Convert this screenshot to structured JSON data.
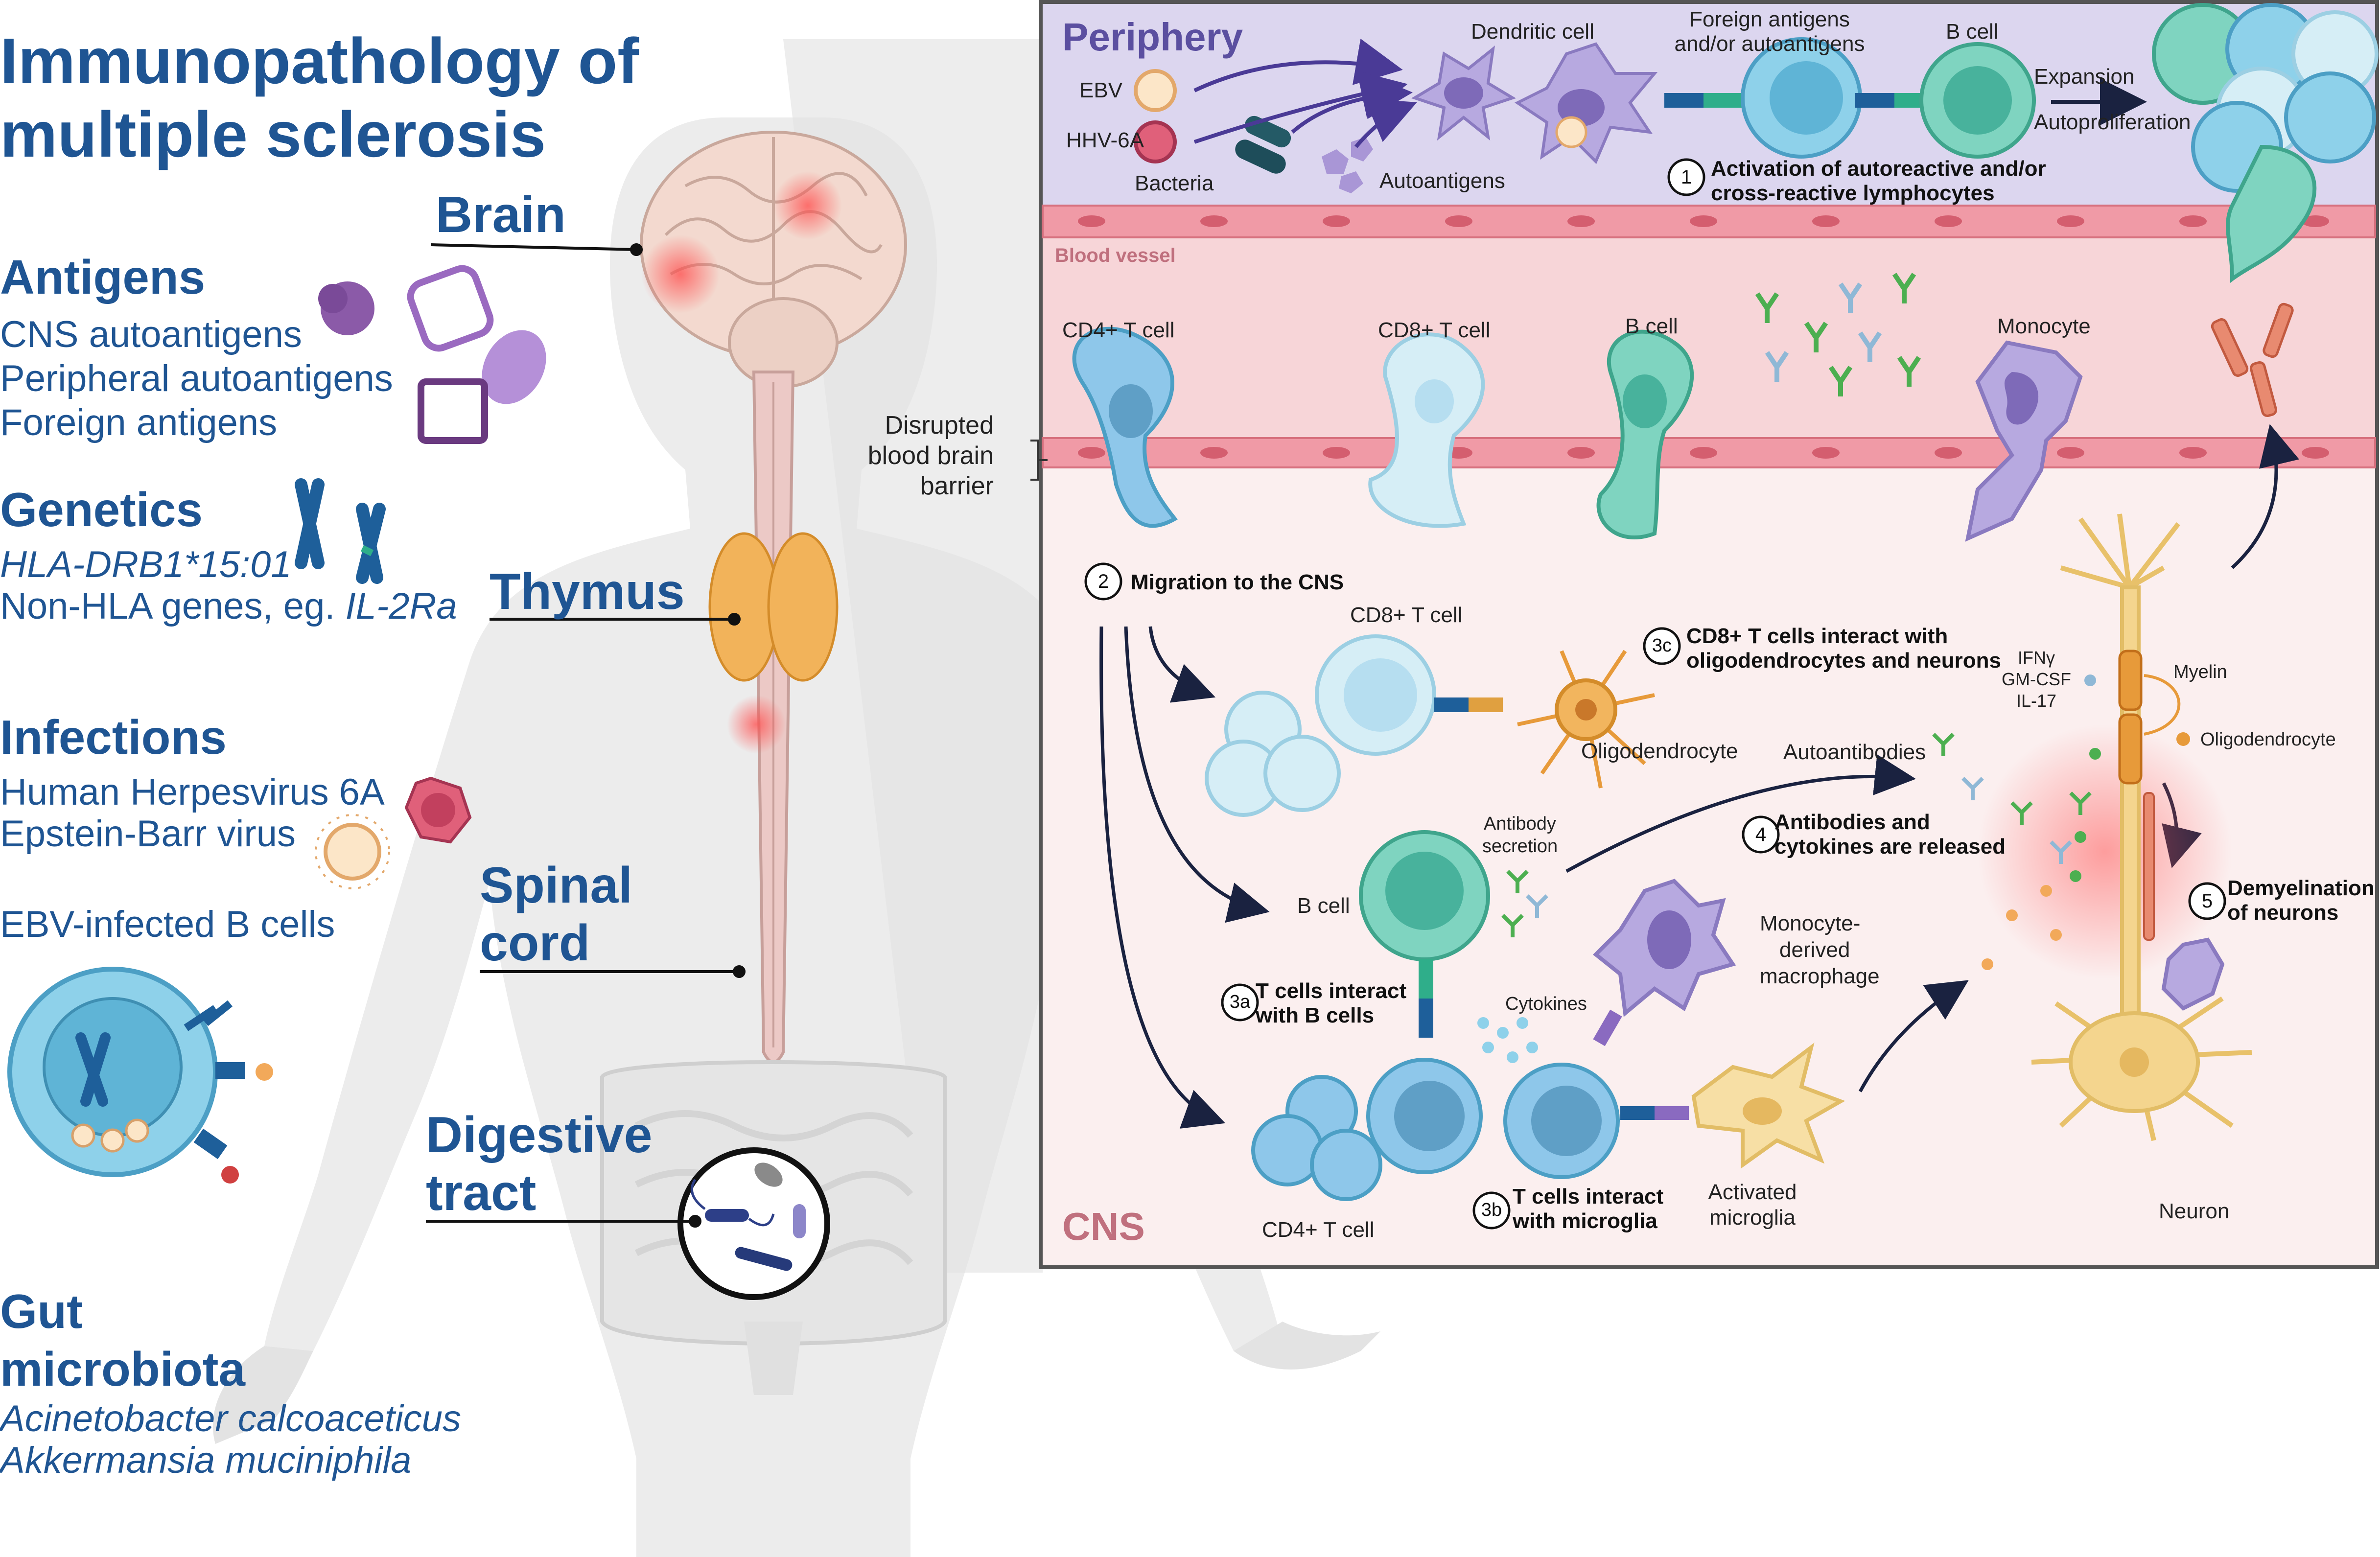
{
  "title": "Immunopathology of multiple sclerosis",
  "organs": {
    "brain": "Brain",
    "thymus": "Thymus",
    "spinal_cord": "Spinal cord",
    "digestive_tract": "Digestive tract"
  },
  "antigens": {
    "heading": "Antigens",
    "items": [
      "CNS autoantigens",
      "Peripheral autoantigens",
      "Foreign antigens"
    ]
  },
  "genetics": {
    "heading": "Genetics",
    "hla": "HLA-DRB1*15:01",
    "non_hla_prefix": "Non-HLA genes, eg. ",
    "non_hla_gene": "IL-2Ra"
  },
  "infections": {
    "heading": "Infections",
    "items": [
      "Human Herpesvirus 6A",
      "Epstein-Barr virus"
    ],
    "ebv_cells": "EBV-infected B cells"
  },
  "gut": {
    "heading": "Gut microbiota",
    "items": [
      "Acinetobacter calcoaceticus",
      "Akkermansia muciniphila"
    ]
  },
  "panel": {
    "periphery": "Periphery",
    "blood_vessel": "Blood vessel",
    "cns": "CNS",
    "disrupted_bbb": [
      "Disrupted",
      "blood brain",
      "barrier"
    ],
    "periphery_labels": {
      "dendritic_cell": "Dendritic cell",
      "foreign_antigens": [
        "Foreign antigens",
        "and/or autoantigens"
      ],
      "b_cell": "B cell",
      "expansion": "Expansion",
      "autoproliferation": "Autoproliferation",
      "ebv": "EBV",
      "hhv6a": "HHV-6A",
      "bacteria": "Bacteria",
      "autoantigens": "Autoantigens"
    },
    "vessel_labels": {
      "cd4": "CD4+ T cell",
      "cd8": "CD8+ T cell",
      "bcell": "B cell",
      "monocyte": "Monocyte"
    },
    "cns_labels": {
      "cd8": "CD8+ T cell",
      "oligodendrocyte": "Oligodendrocyte",
      "autoantibodies": "Autoantibodies",
      "antibody_secretion": [
        "Antibody",
        "secretion"
      ],
      "bcell": "B cell",
      "cytokines": "Cytokines",
      "macrophage": [
        "Monocyte-",
        "derived",
        "macrophage"
      ],
      "activated_microglia": [
        "Activated",
        "microglia"
      ],
      "cd4": "CD4+ T cell",
      "ifng": "IFNγ",
      "gmcsf": "GM-CSF",
      "il17": "IL-17",
      "myelin": "Myelin",
      "oligodendrocyte_right": "Oligodendrocyte",
      "neuron": "Neuron"
    },
    "steps": [
      {
        "num": "1",
        "text": [
          "Activation of autoreactive and/or",
          "cross-reactive lymphocytes"
        ]
      },
      {
        "num": "2",
        "text": [
          "Migration to the CNS"
        ]
      },
      {
        "num": "3c",
        "text": [
          "CD8+ T cells interact with",
          "oligodendrocytes and neurons"
        ]
      },
      {
        "num": "4",
        "text": [
          "Antibodies and",
          "cytokines are released"
        ]
      },
      {
        "num": "3a",
        "text": [
          "T cells interact",
          "with B cells"
        ]
      },
      {
        "num": "5",
        "text": [
          "Demyelination",
          "of neurons"
        ]
      },
      {
        "num": "3b",
        "text": [
          "T cells interact",
          "with microglia"
        ]
      }
    ]
  },
  "colors": {
    "title_blue": "#1f5593",
    "periphery_bg": "#dcd6ef",
    "vessel_bg": "#f7d5d8",
    "cns_bg": "#fbefef",
    "cns_text": "#c0707e",
    "periphery_text": "#5b4fa0",
    "endothelium": "#f09aa6",
    "tcell_blue": "#6fb7de",
    "bcell_teal": "#48b29c",
    "monocyte_purple": "#a996d6",
    "neuron_yellow": "#f4d58e",
    "oligo_orange": "#e79a3a"
  }
}
